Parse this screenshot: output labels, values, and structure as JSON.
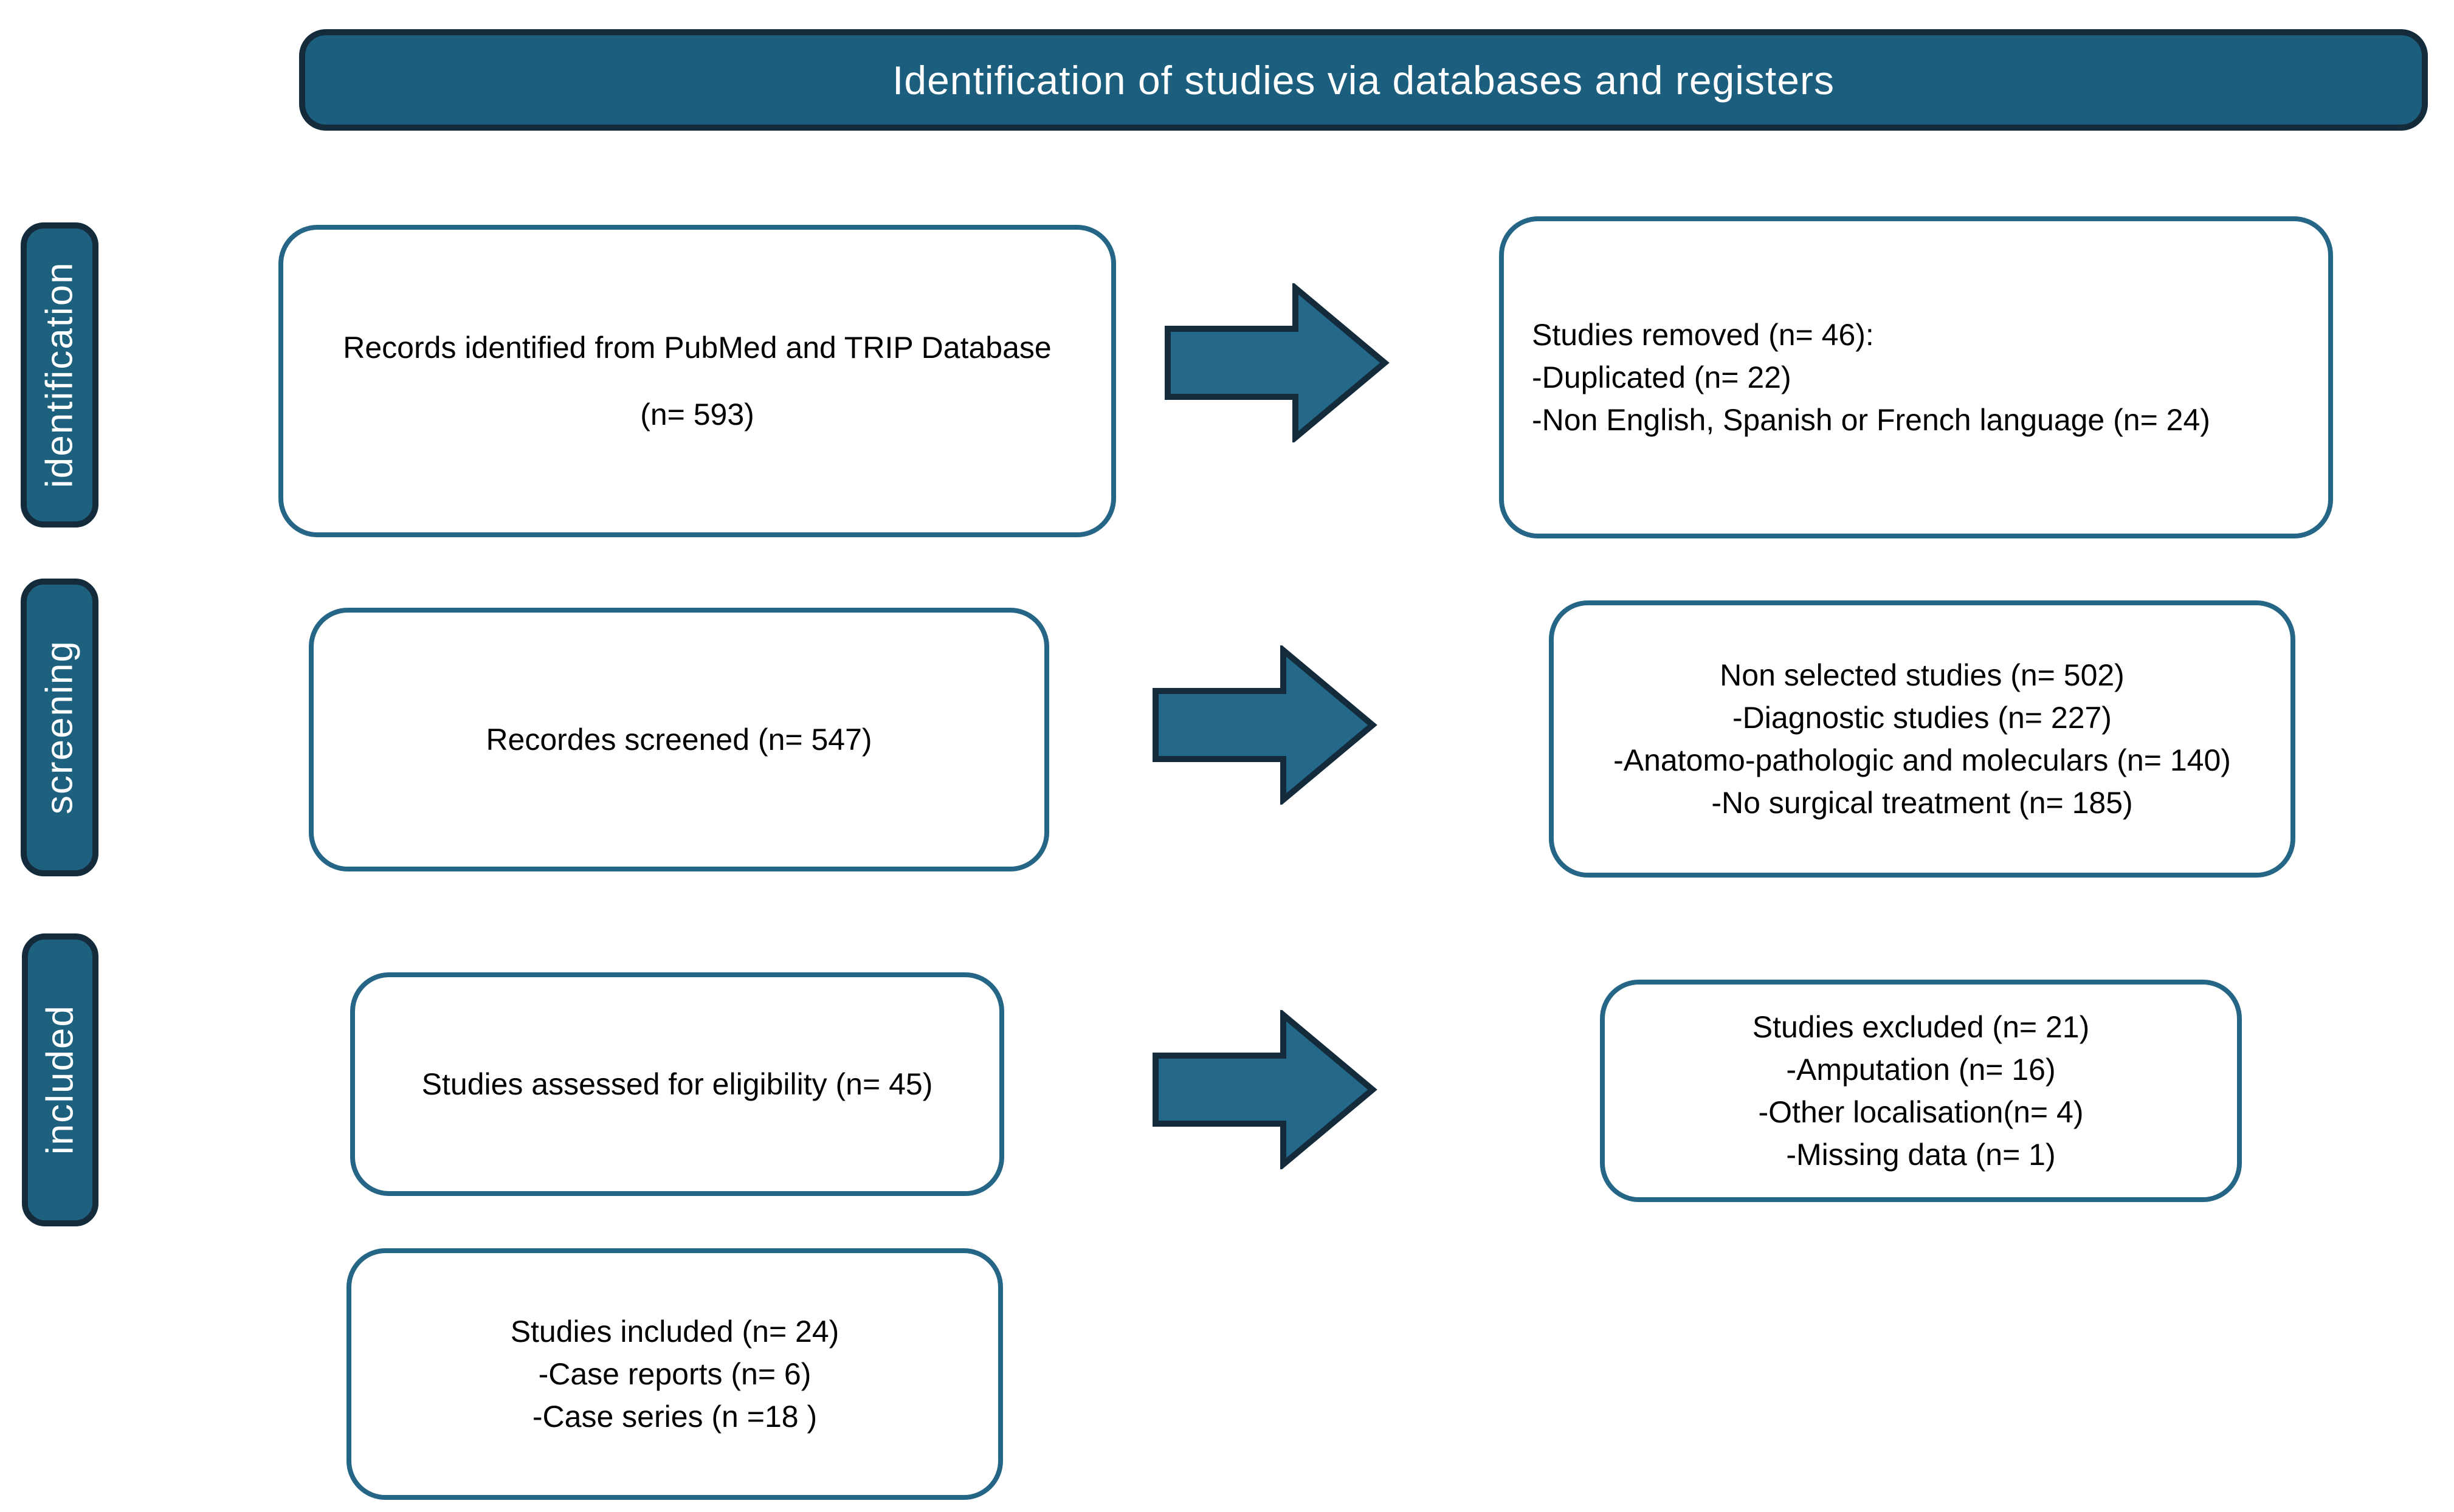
{
  "header": {
    "title": "Identification of studies via databases and registers"
  },
  "stages": [
    {
      "label": "identification"
    },
    {
      "label": "screening"
    },
    {
      "label": "included"
    }
  ],
  "boxes": {
    "records_identified": {
      "lines": [
        "Records identified from PubMed and TRIP Database",
        "(n= 593)"
      ]
    },
    "studies_removed": {
      "lines": [
        "Studies removed (n= 46):",
        "-Duplicated (n= 22)",
        "-Non English, Spanish or French language (n= 24)"
      ]
    },
    "records_screened": {
      "lines": [
        "Recordes screened (n= 547)"
      ]
    },
    "non_selected": {
      "lines": [
        "Non selected studies (n= 502)",
        "-Diagnostic studies (n= 227)",
        "-Anatomo-pathologic and moleculars (n= 140)",
        "-No surgical treatment (n= 185)"
      ]
    },
    "assessed": {
      "lines": [
        "Studies assessed for eligibility (n= 45)"
      ]
    },
    "excluded": {
      "lines": [
        "Studies excluded (n= 21)",
        "-Amputation (n= 16)",
        "-Other localisation(n= 4)",
        "-Missing data (n= 1)"
      ]
    },
    "included": {
      "lines": [
        "Studies included (n= 24)",
        "-Case reports (n= 6)",
        "-Case series (n =18 )"
      ]
    }
  },
  "icons": {
    "flow_arrow": "right-block-arrow"
  },
  "colors": {
    "banner_fill": "#1C5E7D",
    "stage_fill": "#1E617F",
    "dark_border": "#132B3B",
    "box_border": "#256586",
    "arrow_fill": "#24688A",
    "box_text": "#000000",
    "banner_text": "#FFFFFF",
    "background": "#FFFFFF"
  }
}
